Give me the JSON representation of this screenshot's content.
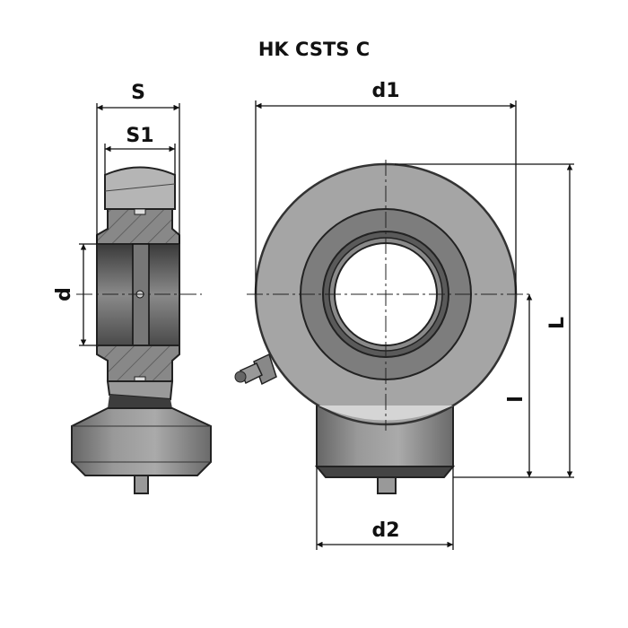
{
  "title": "HK CSTS C",
  "dimensions": {
    "S": "S",
    "S1": "S1",
    "d": "d",
    "d1": "d1",
    "d2": "d2",
    "L": "L",
    "l": "l"
  },
  "colors": {
    "outline": "#222222",
    "body_light": "#a8a8a8",
    "body_mid": "#8a8a8a",
    "body_dark": "#5a5a5a"
  }
}
